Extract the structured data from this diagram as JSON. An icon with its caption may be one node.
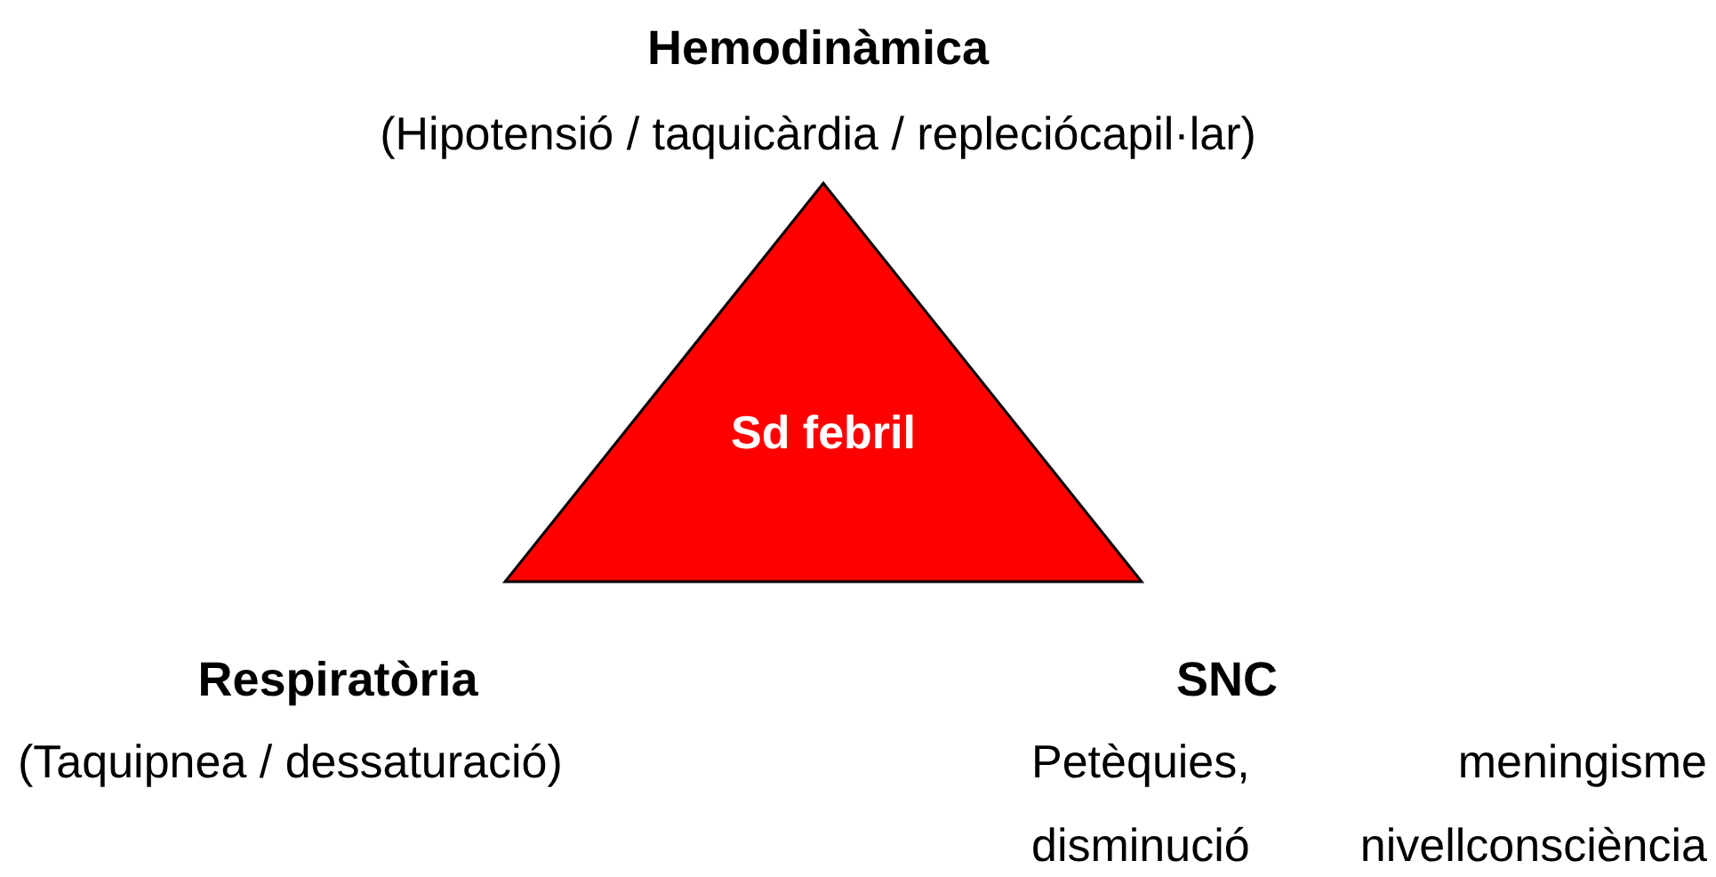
{
  "diagram": {
    "nodes": [
      {
        "text": [
          "Sd febril"
        ]
      }
    ],
    "labels": [
      "Hemodinàmica",
      "(Hipotensió / taquicàrdia / repleciócapil·lar)",
      "Respiratòria",
      "SNC",
      "(Taquipnea / dessaturació)",
      "Petèquies, meningisme disminució nivellconsciència"
    ]
  }
}
